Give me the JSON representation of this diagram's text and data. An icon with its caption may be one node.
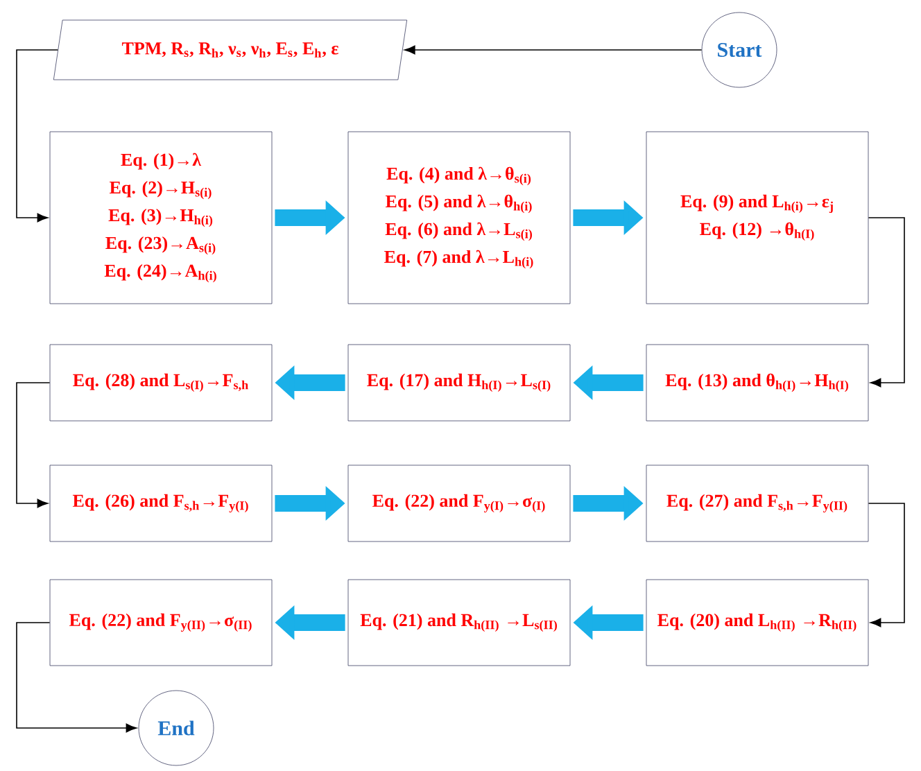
{
  "diagram": {
    "nodes": [
      {
        "text": [
          "Start"
        ]
      },
      {
        "text": [
          "TPM, R$_{s}$, R$_{h}$, ν$_{s}$, ν$_{h}$, E$_{s}$, E$_{h}$, ε"
        ]
      },
      {
        "text": [
          "Eq. (1)→λ",
          "Eq. (2)→H$_{s(i)}$",
          "Eq. (3)→H$_{h(i)}$",
          "Eq. (23)→A$_{s(i)}$",
          "Eq. (24)→A$_{h(i)}$"
        ]
      },
      {
        "text": [
          "Eq. (4) and λ→θ$_{s(i)}$",
          "Eq. (5) and λ→θ$_{h(i)}$",
          "Eq. (6) and λ→L$_{s(i)}$",
          "Eq. (7) and λ→L$_{h(i)}$"
        ]
      },
      {
        "text": [
          "Eq. (9) and L$_{h(i)}$→ε$_{j}$",
          "Eq. (12) →θ$_{h(I)}$"
        ]
      },
      {
        "text": [
          "Eq. (13) and θ$_{h(I)}$→H$_{h(I)}$"
        ]
      },
      {
        "text": [
          "Eq. (17) and H$_{h(I)}$→L$_{s(I)}$"
        ]
      },
      {
        "text": [
          "Eq. (28) and L$_{s(I)}$→F$_{s,h}$"
        ]
      },
      {
        "text": [
          "Eq. (26) and F$_{s,h}$→F$_{y(I)}$"
        ]
      },
      {
        "text": [
          "Eq. (22) and F$_{y(I)}$→σ$_{(I)}$"
        ]
      },
      {
        "text": [
          "Eq. (27) and F$_{s,h}$→F$_{y(II)}$"
        ]
      },
      {
        "text": [
          "Eq. (20) and L$_{h(II)}$ →R$_{h(II)}$"
        ]
      },
      {
        "text": [
          "Eq. (21) and R$_{h(II)}$ →L$_{s(II)}$"
        ]
      },
      {
        "text": [
          "Eq. (22) and F$_{y(II)}$→σ$_{(II)}$"
        ]
      },
      {
        "text": [
          "End"
        ]
      }
    ],
    "edges": [
      {
        "from": 0,
        "to": 1,
        "arrow": "to",
        "color": "#000000"
      },
      {
        "from": 1,
        "to": 2,
        "arrow": "to",
        "color": "#000000"
      },
      {
        "from": 2,
        "to": 3,
        "arrow": "to",
        "color": "#1ab0e8"
      },
      {
        "from": 3,
        "to": 4,
        "arrow": "to",
        "color": "#1ab0e8"
      },
      {
        "from": 4,
        "to": 5,
        "arrow": "to",
        "color": "#000000"
      },
      {
        "from": 5,
        "to": 6,
        "arrow": "to",
        "color": "#1ab0e8"
      },
      {
        "from": 6,
        "to": 7,
        "arrow": "to",
        "color": "#1ab0e8"
      },
      {
        "from": 7,
        "to": 8,
        "arrow": "to",
        "color": "#000000"
      },
      {
        "from": 8,
        "to": 9,
        "arrow": "to",
        "color": "#1ab0e8"
      },
      {
        "from": 9,
        "to": 10,
        "arrow": "to",
        "color": "#1ab0e8"
      },
      {
        "from": 10,
        "to": 11,
        "arrow": "to",
        "color": "#000000"
      },
      {
        "from": 11,
        "to": 12,
        "arrow": "to",
        "color": "#1ab0e8"
      },
      {
        "from": 12,
        "to": 13,
        "arrow": "to",
        "color": "#1ab0e8"
      },
      {
        "from": 13,
        "to": 14,
        "arrow": "to",
        "color": "#000000"
      }
    ]
  }
}
